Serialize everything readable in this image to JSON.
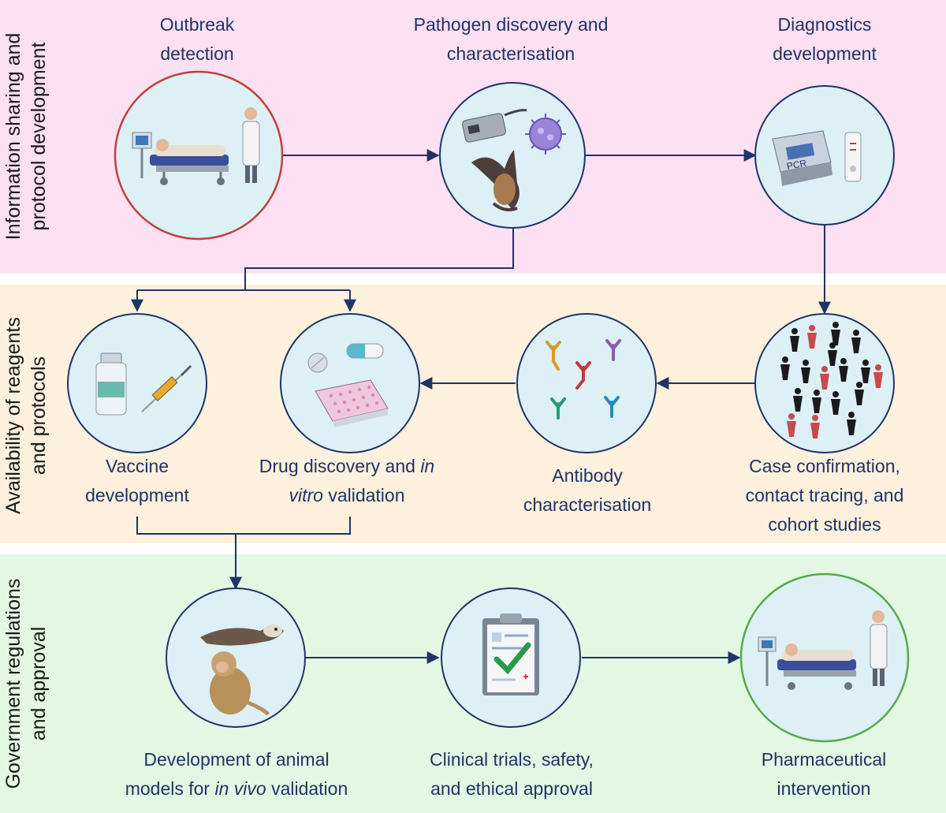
{
  "bands": [
    {
      "label_1": "Information sharing and",
      "label_2": "protocol development",
      "color": "#fde0f2"
    },
    {
      "label_1": "Availability of reagents",
      "label_2": "and protocols",
      "color": "#fdf0dc"
    },
    {
      "label_1": "Government regulations",
      "label_2": "and approval",
      "color": "#e2f8e2"
    }
  ],
  "steps": {
    "outbreak": {
      "line1": "Outbreak",
      "line2": "detection"
    },
    "pathogen": {
      "line1": "Pathogen discovery and",
      "line2": "characterisation"
    },
    "diagnostics": {
      "line1": "Diagnostics",
      "line2": "development"
    },
    "vaccine": {
      "line1": "Vaccine",
      "line2": "development"
    },
    "drug": {
      "line1a": "Drug discovery and ",
      "line1b": "in",
      "line2a": "vitro",
      "line2b": " validation"
    },
    "antibody": {
      "line1": "Antibody",
      "line2": "characterisation"
    },
    "cases": {
      "line1": "Case confirmation,",
      "line2": "contact tracing, and",
      "line3": "cohort studies"
    },
    "animal": {
      "line1": "Development of animal",
      "line2a": "models for ",
      "line2b": "in vivo",
      "line2c": " validation"
    },
    "clinical": {
      "line1": "Clinical trials, safety,",
      "line2": "and ethical approval"
    },
    "pharma": {
      "line1": "Pharmaceutical",
      "line2": "intervention"
    }
  },
  "device_text": {
    "pcr": "PCR"
  },
  "colors": {
    "text": "#1f3466",
    "arrow": "#1f3466",
    "circle_fill": "#dcf0f6",
    "circle_stroke": "#1f3466",
    "outbreak_ring": "#c04040",
    "pharma_ring": "#5aa84a"
  }
}
